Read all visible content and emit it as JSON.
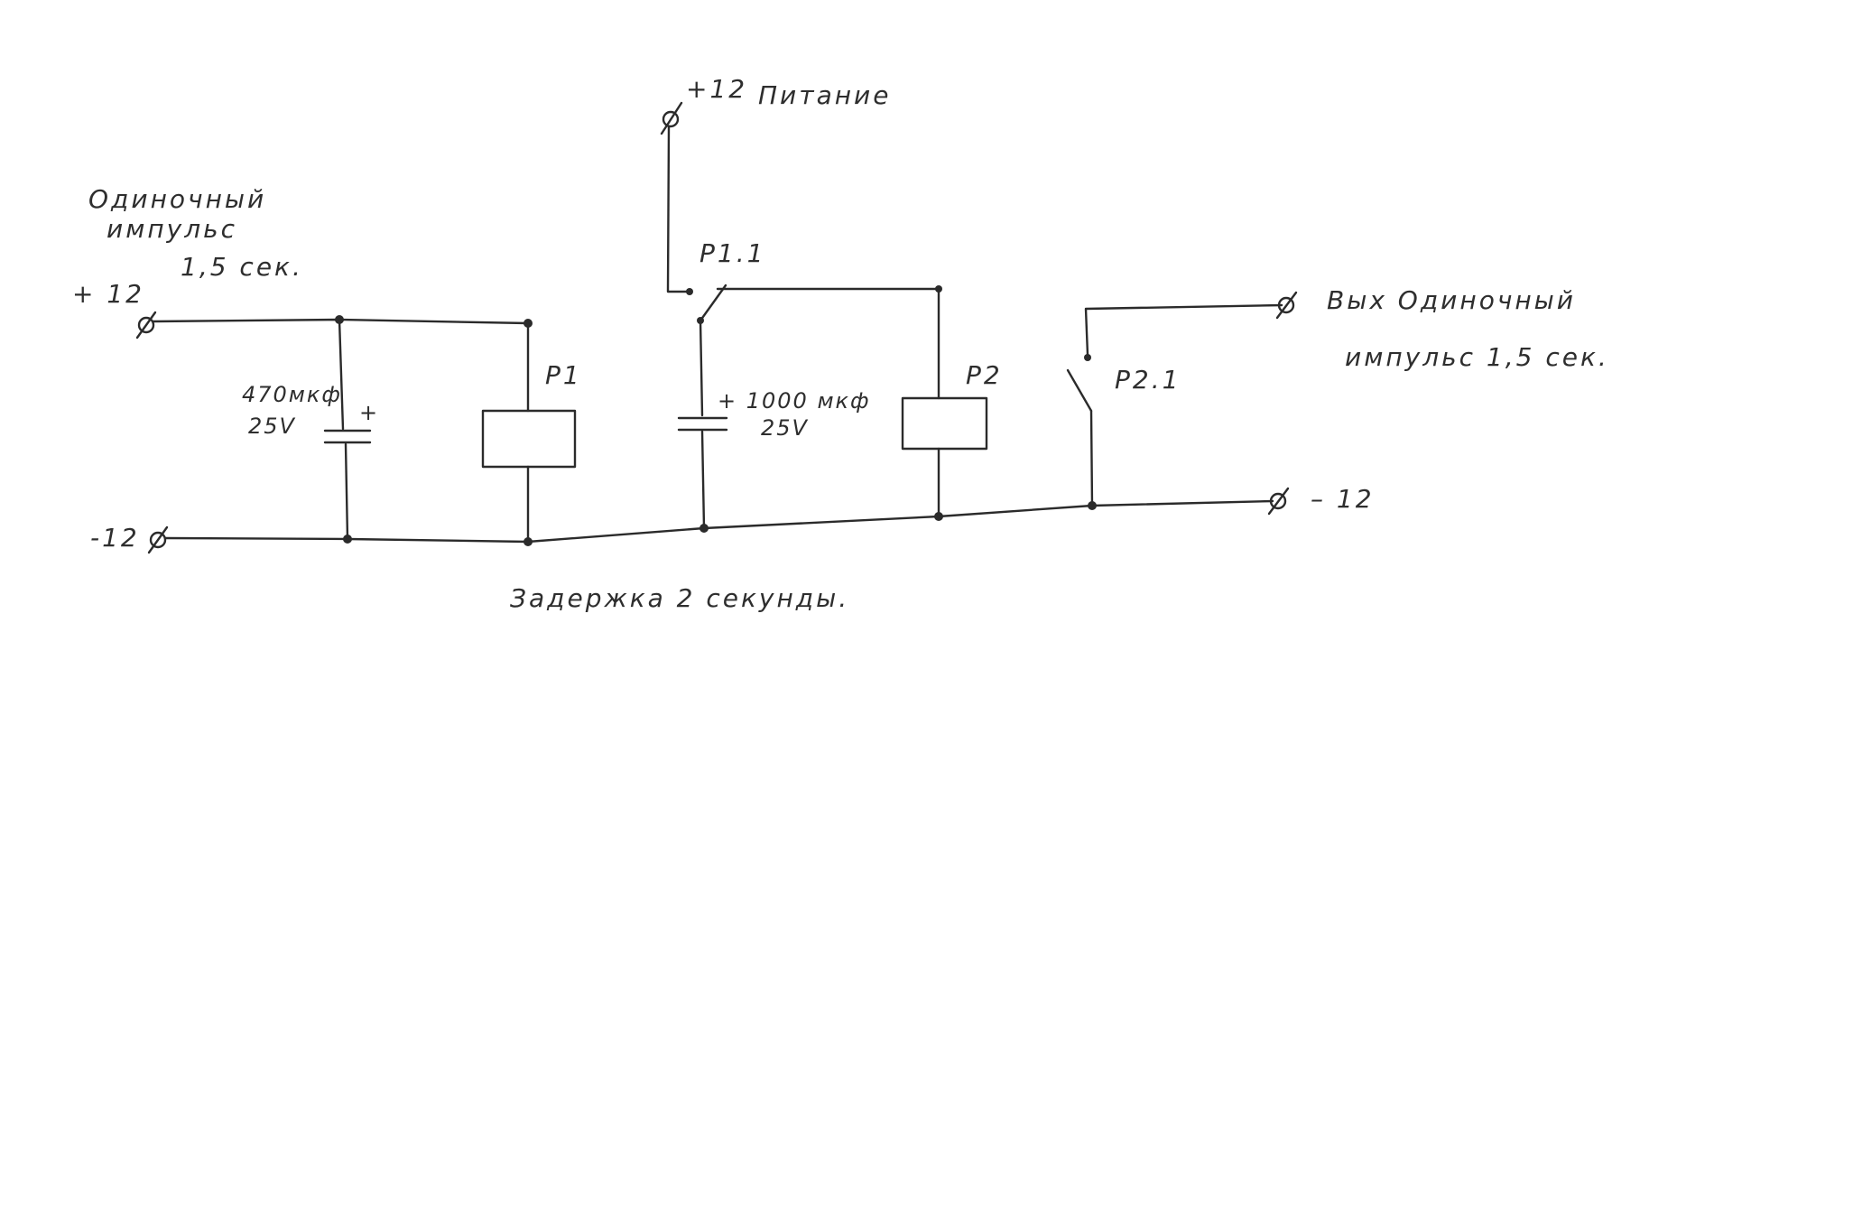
{
  "labels": {
    "input_note_line1": "Одиночный",
    "input_note_line2": "импульс",
    "input_note_line3": "1,5 сек.",
    "input_plus": "+ 12",
    "input_minus": "-12",
    "power_plus": "+12",
    "power_label": "Питание",
    "relay1_contact": "P1.1",
    "relay1": "P1",
    "relay2": "P2",
    "relay2_contact": "P2.1",
    "cap1_value": "470мкф",
    "cap1_voltage": "25V",
    "cap1_polarity": "+",
    "cap2_value": "+ 1000 мкф",
    "cap2_voltage": "25V",
    "output_line1": "Вых  Одиночный",
    "output_line2": "импульс   1,5 сек.",
    "output_minus": "– 12",
    "caption": "Задержка   2 секунды."
  }
}
